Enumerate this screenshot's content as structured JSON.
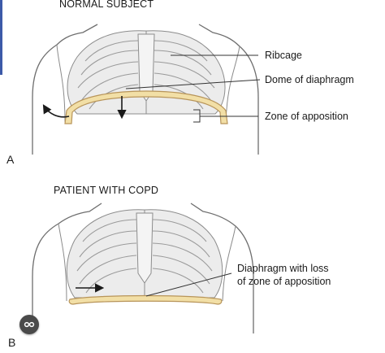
{
  "panel_a": {
    "title": "NORMAL SUBJECT",
    "letter": "A",
    "labels": {
      "ribcage": "Ribcage",
      "dome": "Dome of diaphragm",
      "zone": "Zone of apposition"
    }
  },
  "panel_b": {
    "title": "PATIENT WITH COPD",
    "letter": "B",
    "label_line1": "Diaphragm with loss",
    "label_line2": "of zone of apposition"
  },
  "colors": {
    "diaphragm_fill": "#f2dfa6",
    "diaphragm_stroke": "#b8955a",
    "rib_fill": "#ececec",
    "rib_stroke": "#8c8c8c",
    "body_outline": "#6e6e6e",
    "left_edge_bar": "#3d5aa8"
  },
  "icons": {
    "lens_button": "lens-icon"
  }
}
